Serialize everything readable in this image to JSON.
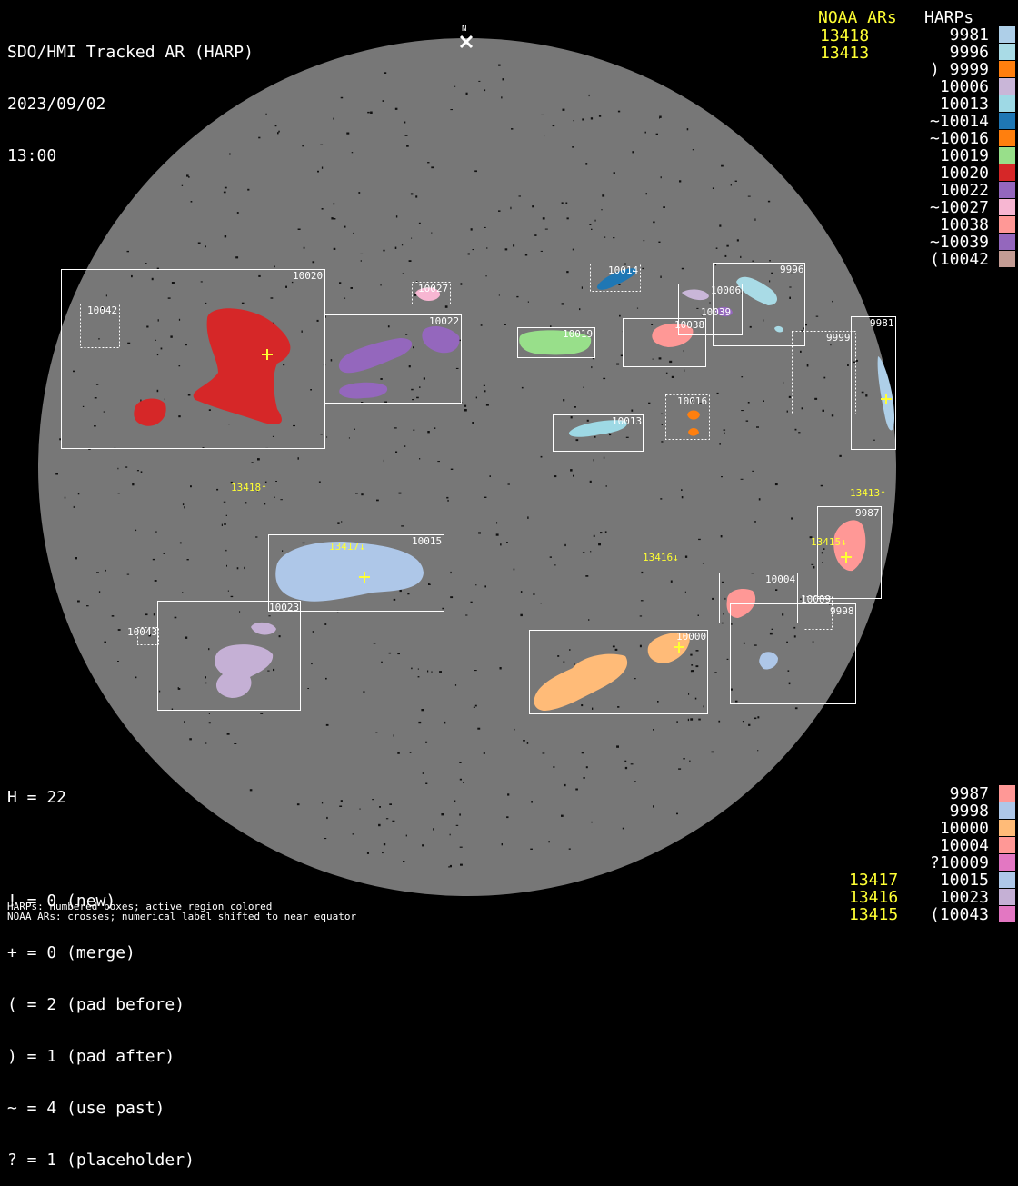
{
  "header": {
    "line1": "SDO/HMI Tracked AR (HARP)",
    "line2": "2023/09/02",
    "line3": "13:00",
    "noaa_title": "NOAA ARs",
    "harp_title": "HARPs",
    "north_label": "N"
  },
  "noaa_top": [
    "13418",
    "13413"
  ],
  "harps_top": [
    {
      "label": "9981",
      "color": "#aecfe8"
    },
    {
      "label": "9996",
      "color": "#a9dbe6"
    },
    {
      "label": ") 9999",
      "color": "#ff7f0e"
    },
    {
      "label": "10006",
      "color": "#c9b6d8"
    },
    {
      "label": "10013",
      "color": "#9ed9e5"
    },
    {
      "label": "~10014",
      "color": "#1f77b4"
    },
    {
      "label": "~10016",
      "color": "#ff7f0e"
    },
    {
      "label": "10019",
      "color": "#98df8a"
    },
    {
      "label": "10020",
      "color": "#d62728"
    },
    {
      "label": "10022",
      "color": "#9467bd"
    },
    {
      "label": "~10027",
      "color": "#f7b6d2"
    },
    {
      "label": "10038",
      "color": "#ff9896"
    },
    {
      "label": "~10039",
      "color": "#9467bd"
    },
    {
      "label": "(10042",
      "color": "#c49c94"
    }
  ],
  "harps_bottom": [
    {
      "label": "9987",
      "color": "#ff9896"
    },
    {
      "label": "9998",
      "color": "#aec7e8"
    },
    {
      "label": "10000",
      "color": "#ffbb78"
    },
    {
      "label": "10004",
      "color": "#ff9896"
    },
    {
      "label": "?10009",
      "color": "#e377c2"
    },
    {
      "label": "10015",
      "color": "#aec7e8"
    },
    {
      "label": "10023",
      "color": "#c5b0d5"
    },
    {
      "label": "(10043",
      "color": "#e377c2"
    }
  ],
  "noaa_bottom": [
    "13417",
    "13416",
    "13415"
  ],
  "stats": {
    "h": "H = 22",
    "new": "! = 0 (new)",
    "merge": "+ = 0 (merge)",
    "pad_before": "( = 2 (pad before)",
    "pad_after": ") = 1 (pad after)",
    "use_past": "~ = 4 (use past)",
    "placeholder": "? = 1 (placeholder)"
  },
  "footer": {
    "line1": "HARPs: numbered boxes; active region colored",
    "line2": "NOAA ARs: crosses; numerical label shifted to near equator"
  },
  "disk_labels": {
    "b10020": "10020",
    "b10042": "10042",
    "b10027": "10027",
    "b10022": "10022",
    "b10019": "10019",
    "b10014": "10014",
    "b10006": "10006",
    "b10039": "10039",
    "b10038": "10038",
    "b9996": "9996",
    "b9999": "9999",
    "b9981": "9981",
    "b10016": "10016",
    "b10013": "10013",
    "b10015": "10015",
    "b10023": "10023",
    "b10043": "10043",
    "b10000": "10000",
    "b10004": "10004",
    "b10009": "10009",
    "b9998": "9998",
    "b9987": "9987",
    "n13418": "13418↑",
    "n13413": "13413↑",
    "n13417": "13417↓",
    "n13416": "13416↓",
    "n13415": "13415↓"
  }
}
